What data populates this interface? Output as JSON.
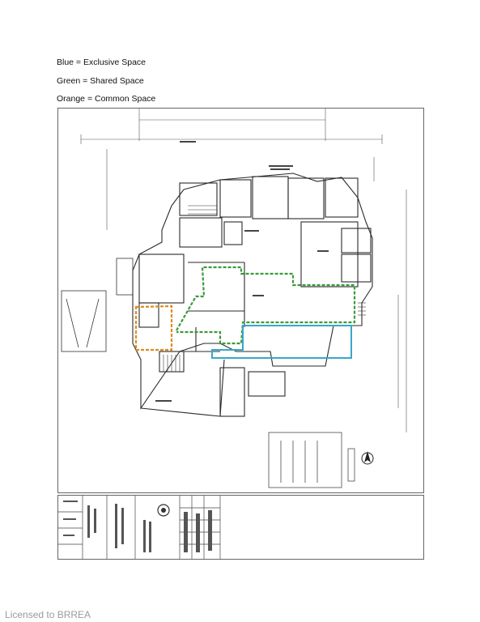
{
  "legend": {
    "blue": "Blue = Exclusive Space",
    "green": "Green = Shared Space",
    "orange": "Orange = Common Space"
  },
  "colors": {
    "blue": "#3aa6c9",
    "green": "#3b9a3a",
    "orange": "#e08a1e",
    "line": "#2a2a2a"
  },
  "watermark": "Licensed to BRREA"
}
